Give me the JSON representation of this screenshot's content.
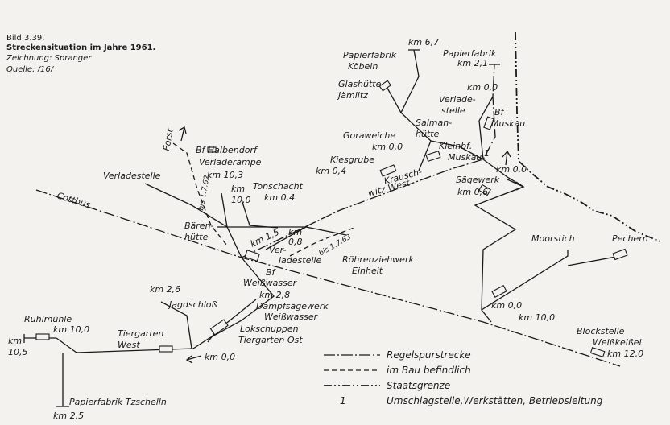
{
  "caption": {
    "line1": "Bild 3.39.",
    "line2": "Streckensituation im Jahre 1961.",
    "line3": "Zeichnung: Spranger",
    "line4": "Quelle: /16/"
  },
  "labels": {
    "cottbus": "Cottbus",
    "forst": "Forst",
    "bf_halbendorf": "Bf Halbendorf",
    "verladerampe": "Verladerampe",
    "km_10_3": "km 10,3",
    "km_10_0_label": "km",
    "km_10_0_value": "10,0",
    "verladestelle_left": "Verladestelle",
    "tonschacht": "Tonschacht",
    "km_0_4_ton": "km 0,4",
    "bis_1762": "bis 1.7.62",
    "baeren": "Bären-",
    "huette": "hütte",
    "km_1_5": "km 1,5",
    "km_0_8_a": "km",
    "km_0_8_b": "0,8",
    "ver": "Ver-",
    "ladestelle": "ladestelle",
    "bis_1763": "bis 1.7.63",
    "roehrenzieh1": "Röhrenziehwerk",
    "roehrenzieh2": "Einheit",
    "bf_weiss1": "Bf",
    "bf_weiss2": "Weißwasser",
    "km_2_6": "km 2,6",
    "km_2_8": "km 2,8",
    "jagdschloss": "Jagdschloß",
    "dampf1": "Dampfsägewerk",
    "dampf2": "Weißwasser",
    "lokschuppen": "Lokschuppen",
    "tiergarten_ost": "Tiergarten Ost",
    "tiergarten_west1": "Tiergarten",
    "tiergarten_west2": "West",
    "km_0_0_tg": "km 0,0",
    "ruhlmuehle": "Ruhlmühle",
    "km_10_0_ruhl": "km 10,0",
    "km_10_5_a": "km",
    "km_10_5_b": "10,5",
    "papier_tz": "Papierfabrik Tzschelln",
    "km_2_5": "km 2,5",
    "km_6_7": "km 6,7",
    "papier_koe1": "Papierfabrik",
    "papier_koe2": "Köbeln",
    "glas1": "Glashütte",
    "glas2": "Jämlitz",
    "papier_mu1": "Papierfabrik",
    "papier_mu2": "km 2,1",
    "km_0_0_mu": "km 0,0",
    "verl1": "Verlade-",
    "verl2": "stelle",
    "bf_mu1": "Bf",
    "bf_mu2": "Muskau",
    "salman1": "Salman-",
    "salman2": "hütte",
    "goraweiche": "Goraweiche",
    "km_0_0_gora": "km 0,0",
    "kleinbf1": "Kleinbf.",
    "kleinbf2": "Muskau",
    "kiesgrube": "Kiesgrube",
    "km_0_4_kies": "km 0,4",
    "krausch1": "Krausch-",
    "krausch2": "witz West",
    "saegewerk": "Sägewerk",
    "km_0_6": "km 0,6",
    "km_0_0_saeg": "km 0,0",
    "one": "1",
    "moorstich": "Moorstich",
    "pechern": "Pechern",
    "km_0_0_moor": "km 0,0",
    "km_10_0_moor": "km 10,0",
    "block1": "Blockstelle",
    "block2": "Weißkeißel",
    "km_12_0": "km 12,0"
  },
  "legend": [
    {
      "key": "main",
      "text": "Regelspurstrecke"
    },
    {
      "key": "dash",
      "text": "im Bau befindlich"
    },
    {
      "key": "border",
      "text": "Staatsgrenze"
    },
    {
      "key": "num",
      "symbol": "1",
      "text": "Umschlagstelle,Werkstätten, Betriebsleitung"
    }
  ]
}
